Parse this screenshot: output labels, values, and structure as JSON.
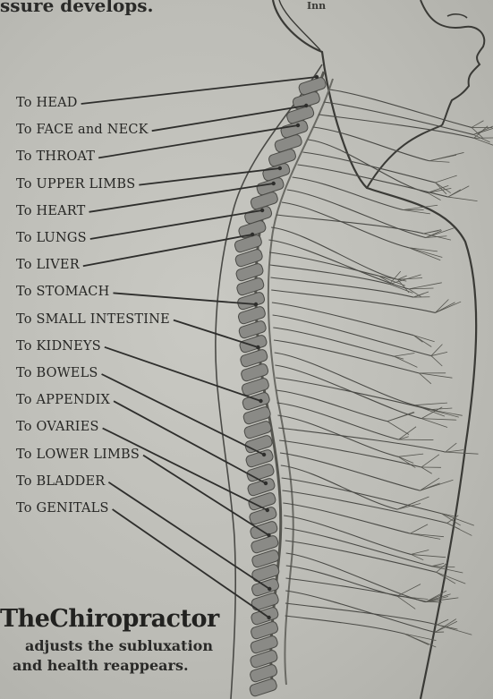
{
  "header": {
    "top_fragment": "ssure develops."
  },
  "head": {
    "fragment": "Inn"
  },
  "nerve_labels": [
    "To HEAD",
    "To FACE and NECK",
    "To THROAT",
    "To UPPER LIMBS",
    "To HEART",
    "To LUNGS",
    "To LIVER",
    "To STOMACH",
    "To SMALL INTESTINE",
    "To KIDNEYS",
    "To BOWELS",
    "To APPENDIX",
    "To OVARIES",
    "To LOWER LIMBS",
    "To BLADDER",
    "To GENITALS"
  ],
  "caption": {
    "title": "TheChiropractor",
    "line1": "adjusts the subluxation",
    "line2": "and health reappears."
  },
  "colors": {
    "ink": "#262624",
    "paper": "#bdbdb7",
    "vertebra": "#8a8a86"
  }
}
